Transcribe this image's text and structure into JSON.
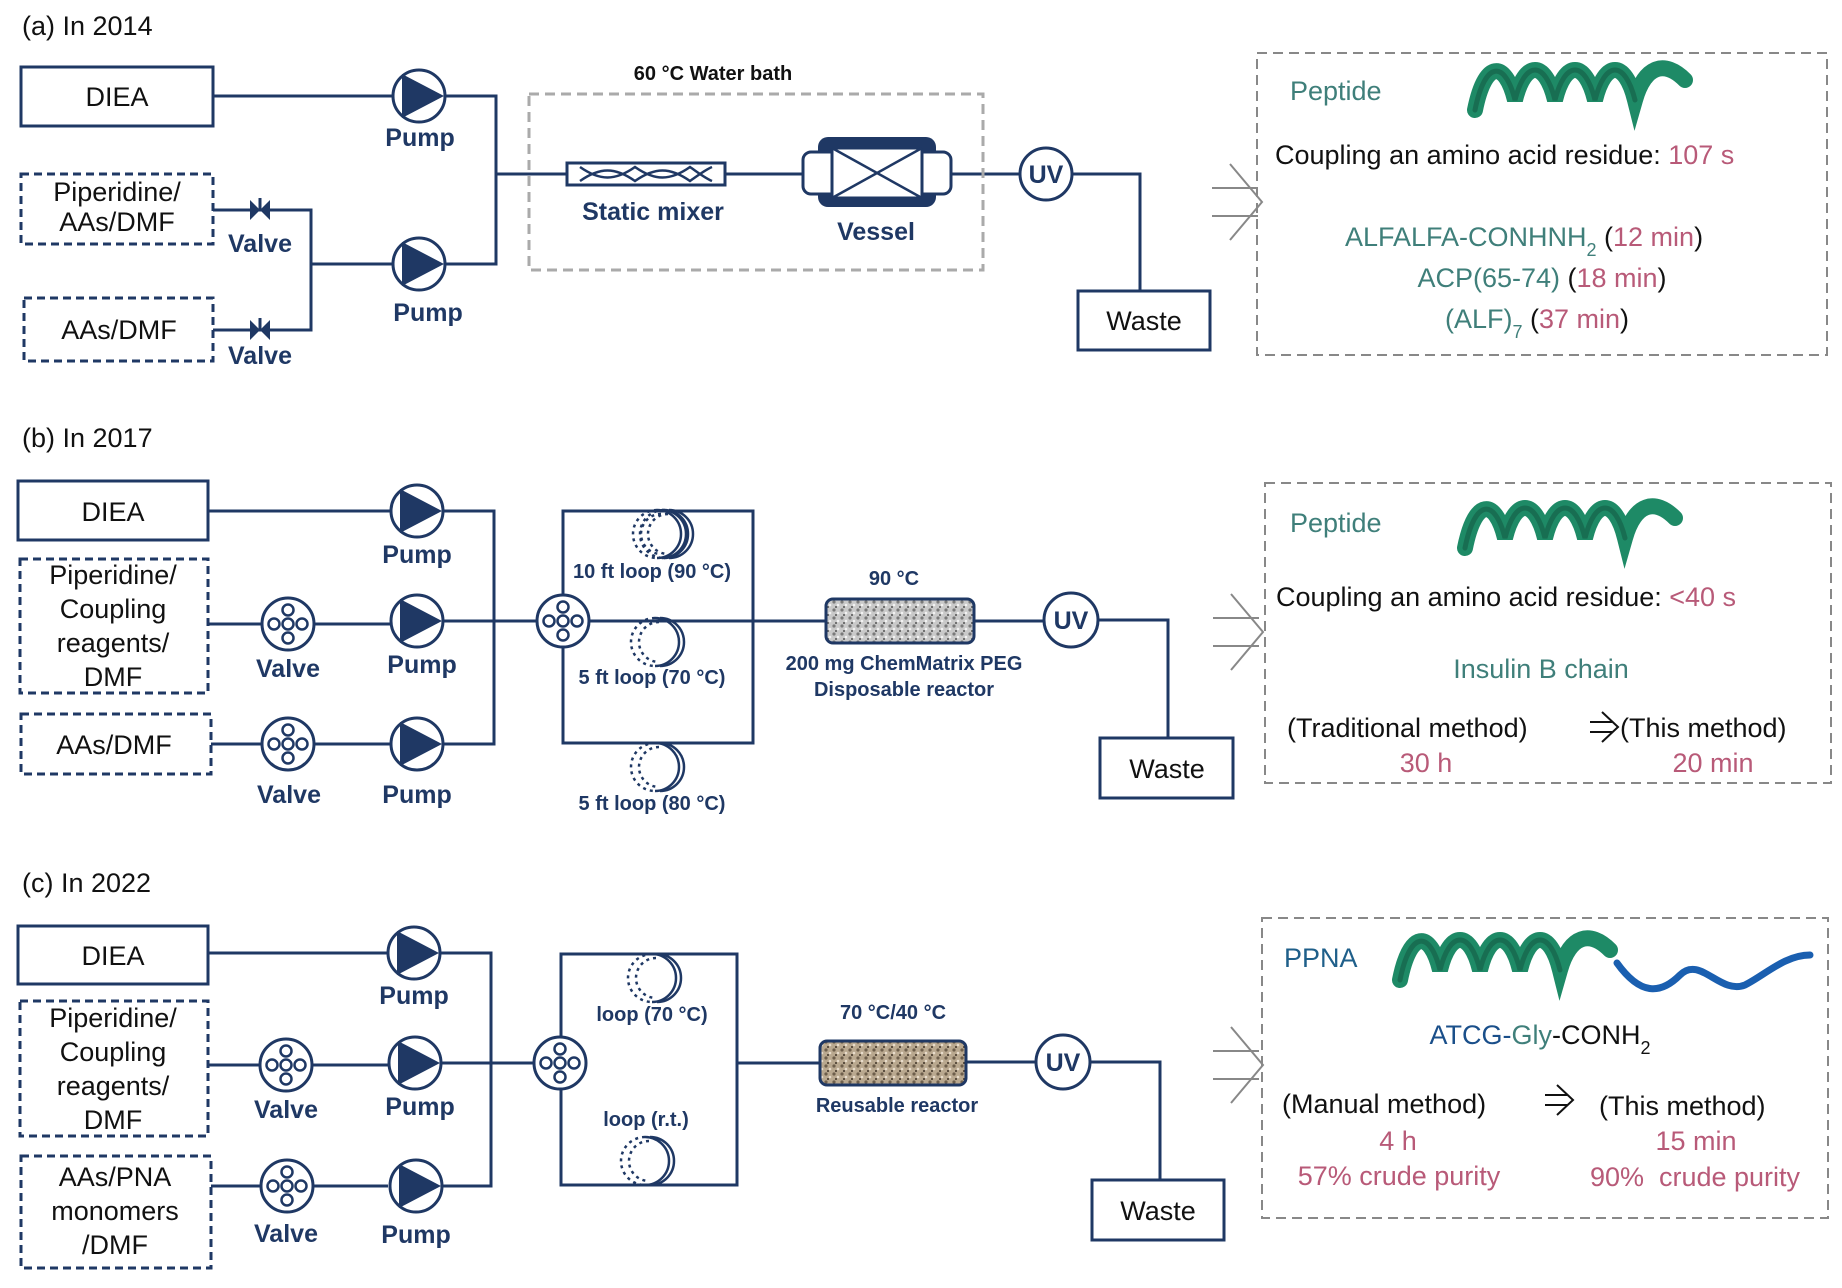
{
  "colors": {
    "line": "#1f3864",
    "teal": "#3f7f7a",
    "rose": "#b85a78",
    "helix_green": "#1e8a66",
    "dna_blue": "#1a5fb0",
    "bath_dash": "#aaaaaa",
    "result_dash": "#888888"
  },
  "panels": [
    {
      "title": "(a) In 2014",
      "reservoirs": [
        "DIEA",
        "Piperidine/\nAAs/DMF",
        "AAs/DMF"
      ],
      "pump_label": "Pump",
      "valve_label": "Valve",
      "bath_label": "60 °C Water bath",
      "mixer_label": "Static mixer",
      "vessel_label": "Vessel",
      "uv_label": "UV",
      "waste_label": "Waste",
      "result": {
        "molecule": "Peptide",
        "coupling_prefix": "Coupling an amino acid residue: ",
        "coupling_value": "107 s",
        "products": [
          {
            "name": "ALFALFA-CONHNH",
            "sub": "2",
            "time": "12 min"
          },
          {
            "name": "ACP(65-74)",
            "sub": "",
            "time": "18 min"
          },
          {
            "name": "(ALF)",
            "sub": "7",
            "time": "37 min"
          }
        ]
      }
    },
    {
      "title": "(b) In 2017",
      "reservoirs": [
        "DIEA",
        "Piperidine/\nCoupling\nreagents/\nDMF",
        "AAs/DMF"
      ],
      "pump_label": "Pump",
      "valve_label": "Valve",
      "loops": [
        "10 ft loop (90 °C)",
        "5 ft loop (70 °C)",
        "5 ft loop (80 °C)"
      ],
      "reactor_temp": "90 °C",
      "reactor_label_1": "200 mg ChemMatrix PEG",
      "reactor_label_2": "Disposable reactor",
      "uv_label": "UV",
      "waste_label": "Waste",
      "result": {
        "molecule": "Peptide",
        "coupling_prefix": "Coupling an amino acid residue: ",
        "coupling_value": "<40 s",
        "product": "Insulin B chain",
        "old_method": "(Traditional method)",
        "new_method": "(This method)",
        "old_time": "30 h",
        "new_time": "20 min"
      }
    },
    {
      "title": "(c) In 2022",
      "reservoirs": [
        "DIEA",
        "Piperidine/\nCoupling\nreagents/\nDMF",
        "AAs/PNA\nmonomers\n/DMF"
      ],
      "pump_label": "Pump",
      "valve_label": "Valve",
      "loops": [
        "loop (70 °C)",
        "loop (r.t.)"
      ],
      "reactor_temp": "70 °C/40 °C",
      "reactor_label_1": "Reusable reactor",
      "uv_label": "UV",
      "waste_label": "Waste",
      "result": {
        "molecule": "PPNA",
        "product_parts": [
          {
            "text": "ATCG-",
            "color": "blue"
          },
          {
            "text": "Gly",
            "color": "teal"
          },
          {
            "text": "-CONH",
            "color": "black"
          },
          {
            "text": "2",
            "color": "black",
            "sub": true
          }
        ],
        "old_method": "(Manual method)",
        "new_method": "(This method)",
        "old_time": "4 h",
        "new_time": "15 min",
        "old_purity": "57% crude purity",
        "new_purity": "90%  crude purity"
      }
    }
  ]
}
